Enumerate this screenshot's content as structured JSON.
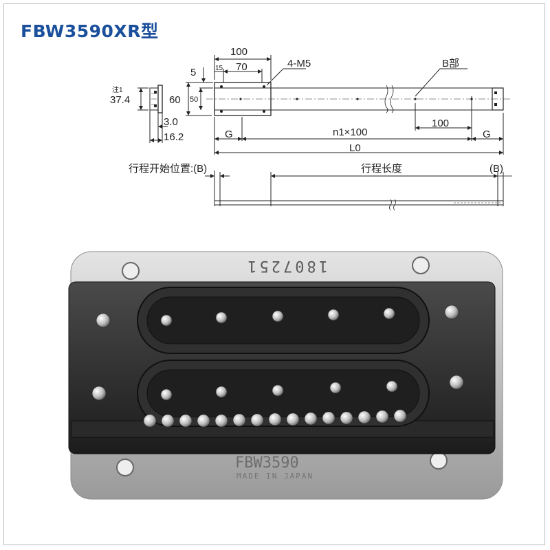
{
  "title": "FBW3590XR型",
  "drawing": {
    "dim_100_top": "100",
    "dim_15": "15",
    "dim_70": "70",
    "dim_5": "5",
    "callout_4m5": "4-M5",
    "callout_b_part": "B部",
    "note_label": "注1",
    "dim_37_4": "37.4",
    "dim_60": "60",
    "dim_50": "50",
    "dim_3_0": "3.0",
    "dim_16_2": "16.2",
    "label_g_left": "G",
    "pitch_label": "n1×100",
    "dim_100_right": "100",
    "label_g_right": "G",
    "length_label": "L0",
    "stroke_start_label": "行程开始位置:(B)",
    "stroke_length_label": "行程长度",
    "stroke_end_label": "(B)"
  },
  "photo": {
    "serial_number": "1807251",
    "model_stamp": "FBW3590",
    "origin_stamp": "MADE IN JAPAN"
  },
  "colors": {
    "title": "#1a4f9c",
    "steel": "#c9c9c9",
    "block": "#2b2b2b"
  }
}
